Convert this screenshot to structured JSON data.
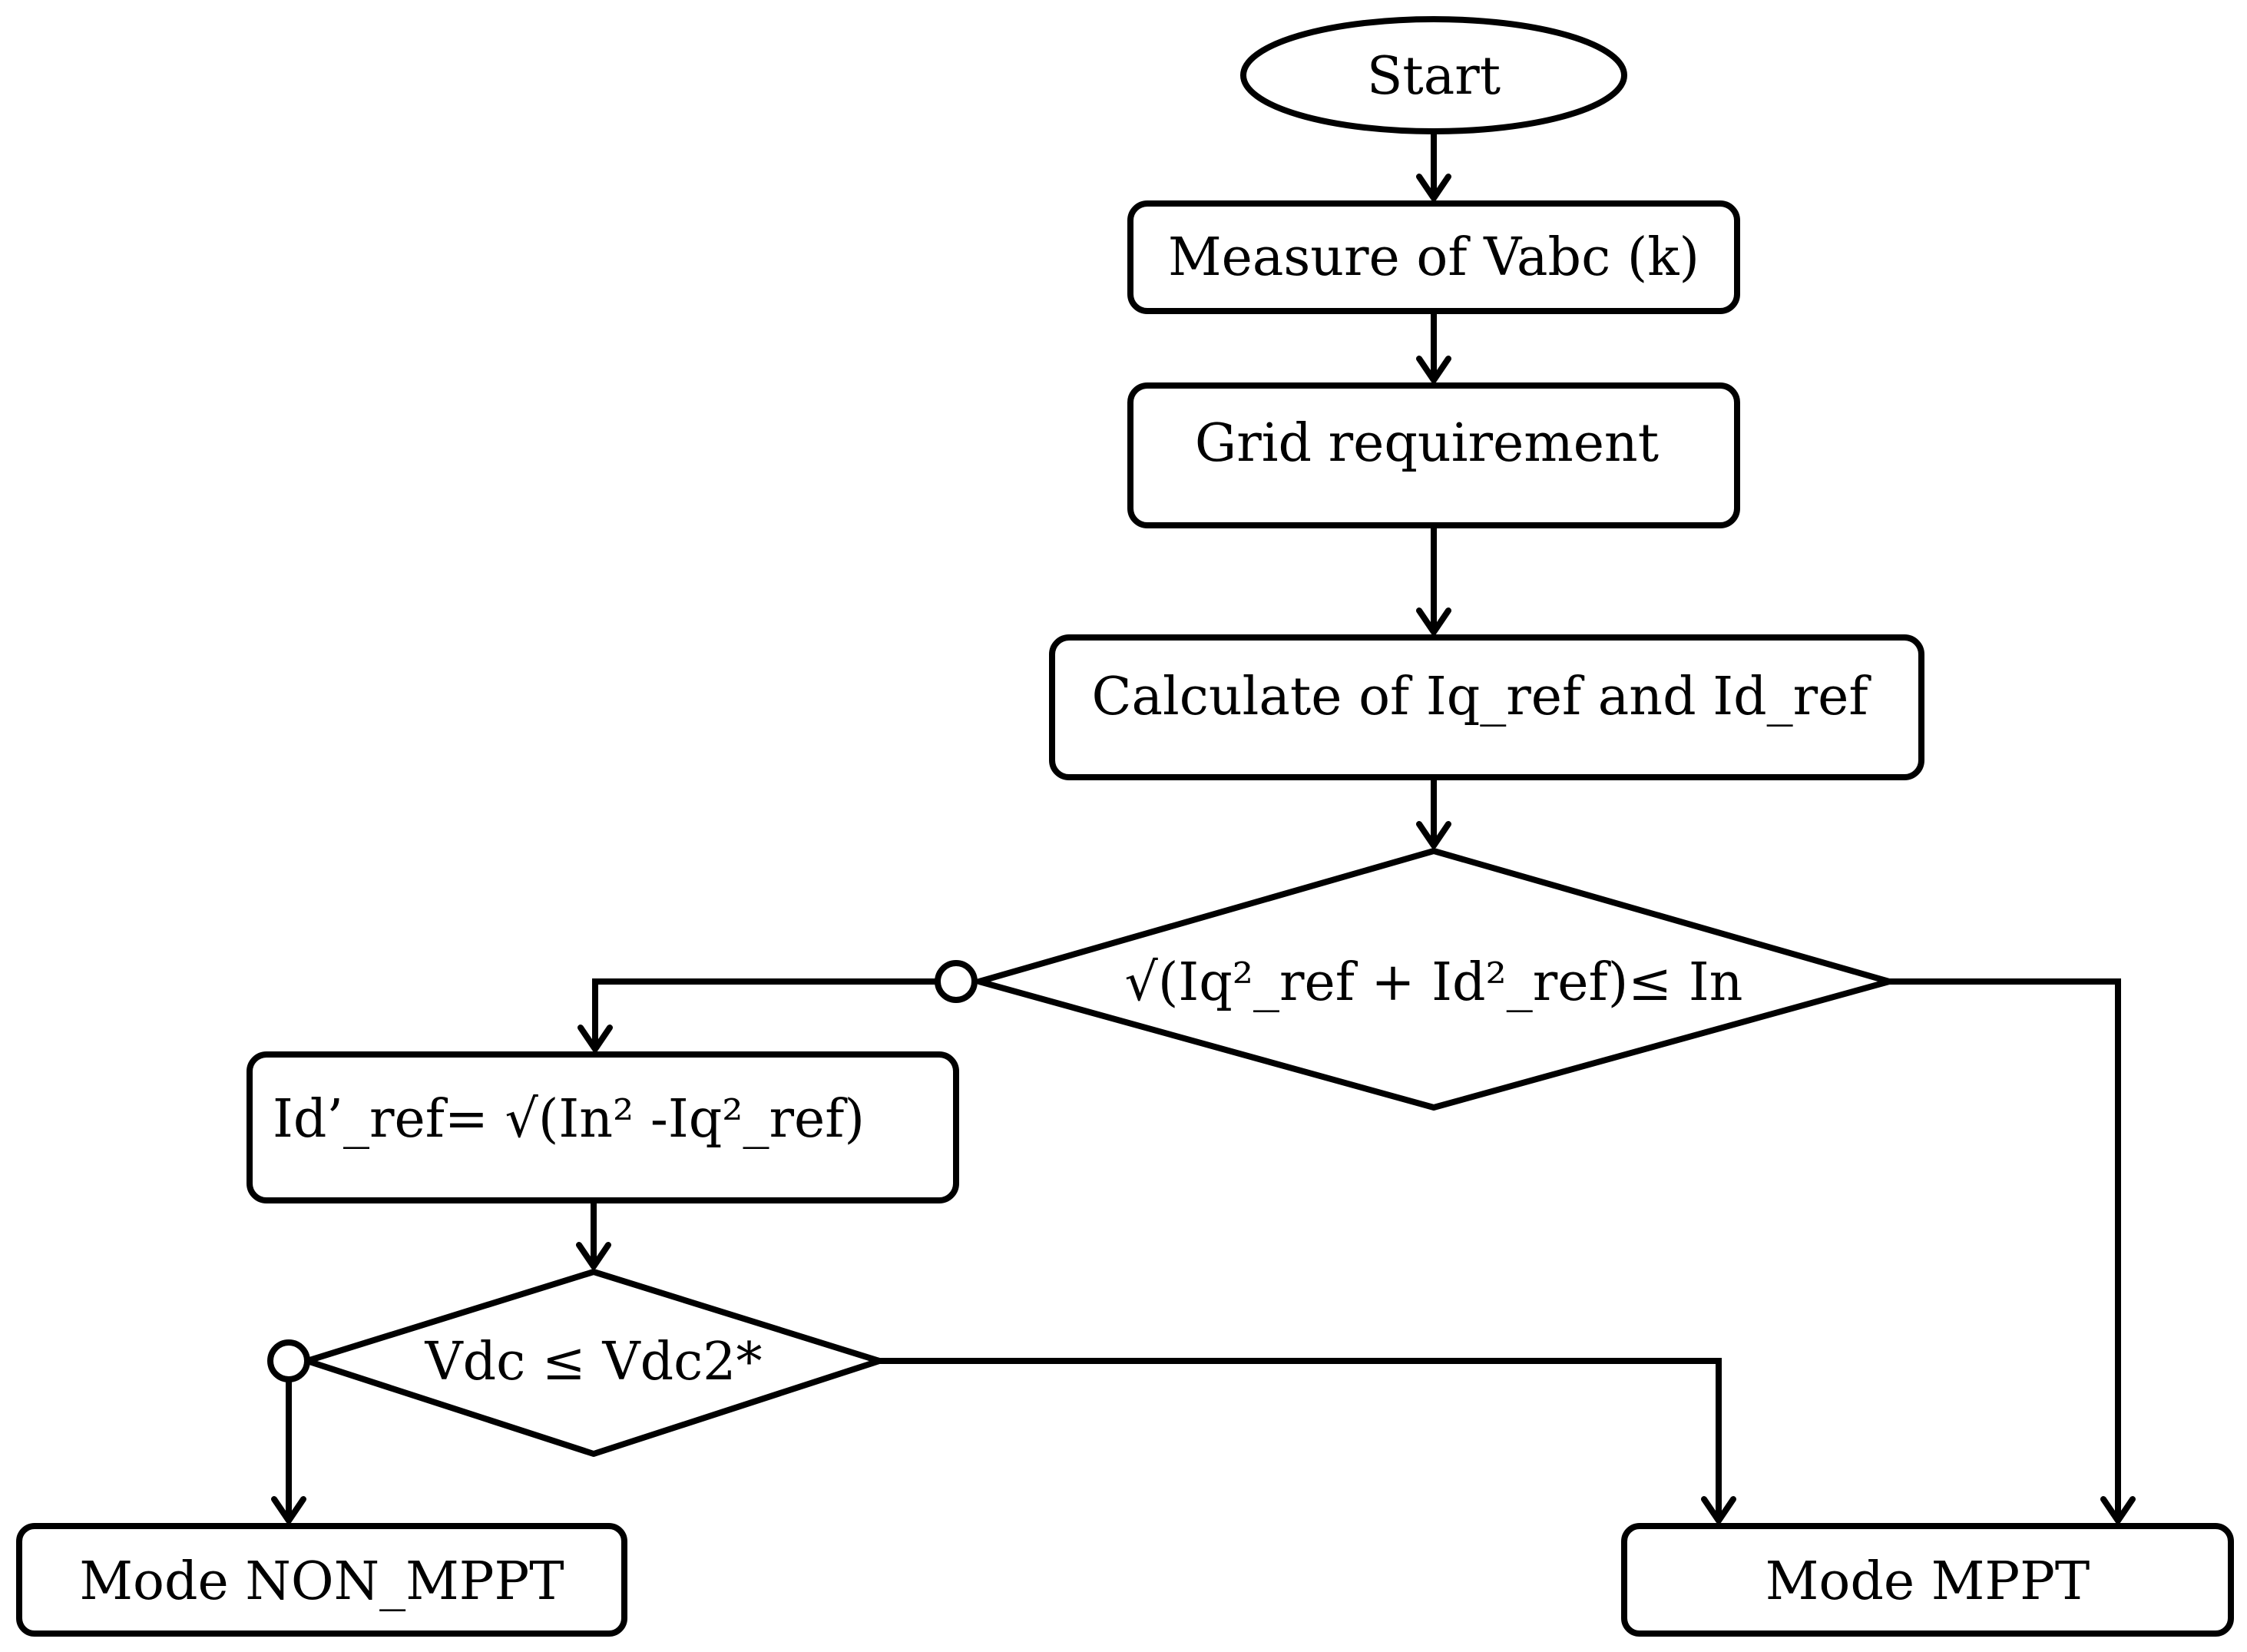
{
  "diagram": {
    "nodes": {
      "start": "Start",
      "measure": "Measure of Vabc (k)",
      "grid": "Grid requirement",
      "calculate": "Calculate of Iq_ref and Id_ref",
      "decision1": "√(Iq²_ref + Id²_ref)≤ In",
      "id_prime": "Id’_ref= √(In² -Iq²_ref)",
      "decision2": "Vdc ≤ Vdc2*",
      "mode_non_mppt": "Mode NON_MPPT",
      "mode_mppt": "Mode MPPT"
    },
    "colors": {
      "stroke": "#000000",
      "fill": "#ffffff"
    }
  }
}
